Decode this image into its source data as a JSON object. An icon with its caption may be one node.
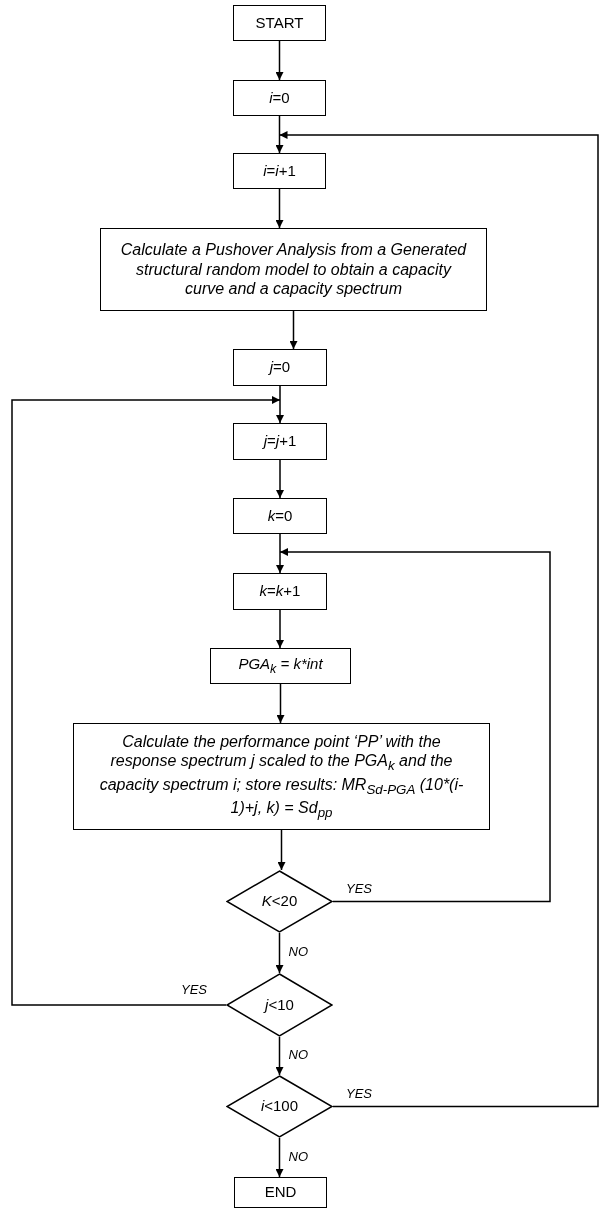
{
  "diagram": {
    "nodes": [
      {
        "text": [
          "START"
        ]
      },
      {
        "text": [
          "*i*=0"
        ]
      },
      {
        "text": [
          "*i*=*i*+1"
        ]
      },
      {
        "text": [
          "Calculate a Pushover Analysis from a Generated structural random model to obtain a capacity curve and a capacity spectrum"
        ]
      },
      {
        "text": [
          "*j*=0"
        ]
      },
      {
        "text": [
          "*j*=*j*+1"
        ]
      },
      {
        "text": [
          "*k*=0"
        ]
      },
      {
        "text": [
          "*k*=*k*+1"
        ]
      },
      {
        "text": [
          "PGA$_{k}$ = k*int"
        ]
      },
      {
        "text": [
          "Calculate the performance point ‘PP’ with the response spectrum j scaled to the PGA$_{k}$ and the capacity spectrum i; store results: MR$_{Sd-PGA}$ (10*(i-1)+j, k) = Sd$_{pp}$"
        ]
      },
      {
        "text": [
          "*K*<20"
        ]
      },
      {
        "text": [
          "*j*<10"
        ]
      },
      {
        "text": [
          "*i*<100"
        ]
      },
      {
        "text": [
          "END"
        ]
      }
    ],
    "edges": [
      {
        "from": 0,
        "to": 1,
        "arrow": "to"
      },
      {
        "from": 1,
        "to": 2,
        "arrow": "to"
      },
      {
        "from": 2,
        "to": 3,
        "arrow": "to"
      },
      {
        "from": 3,
        "to": 4,
        "arrow": "to"
      },
      {
        "from": 4,
        "to": 5,
        "arrow": "to"
      },
      {
        "from": 5,
        "to": 6,
        "arrow": "to"
      },
      {
        "from": 6,
        "to": 7,
        "arrow": "to"
      },
      {
        "from": 7,
        "to": 8,
        "arrow": "to"
      },
      {
        "from": 8,
        "to": 9,
        "arrow": "to"
      },
      {
        "from": 9,
        "to": 10,
        "arrow": "to"
      },
      {
        "from": 10,
        "to": 11,
        "label": "NO",
        "arrow": "to"
      },
      {
        "from": 11,
        "to": 12,
        "label": "NO",
        "arrow": "to"
      },
      {
        "from": 12,
        "to": 13,
        "label": "NO",
        "arrow": "to"
      },
      {
        "from": 10,
        "to": 7,
        "label": "YES",
        "arrow": "to"
      },
      {
        "from": 11,
        "to": 5,
        "label": "YES",
        "arrow": "to"
      },
      {
        "from": 12,
        "to": 2,
        "label": "YES",
        "arrow": "to"
      }
    ]
  }
}
